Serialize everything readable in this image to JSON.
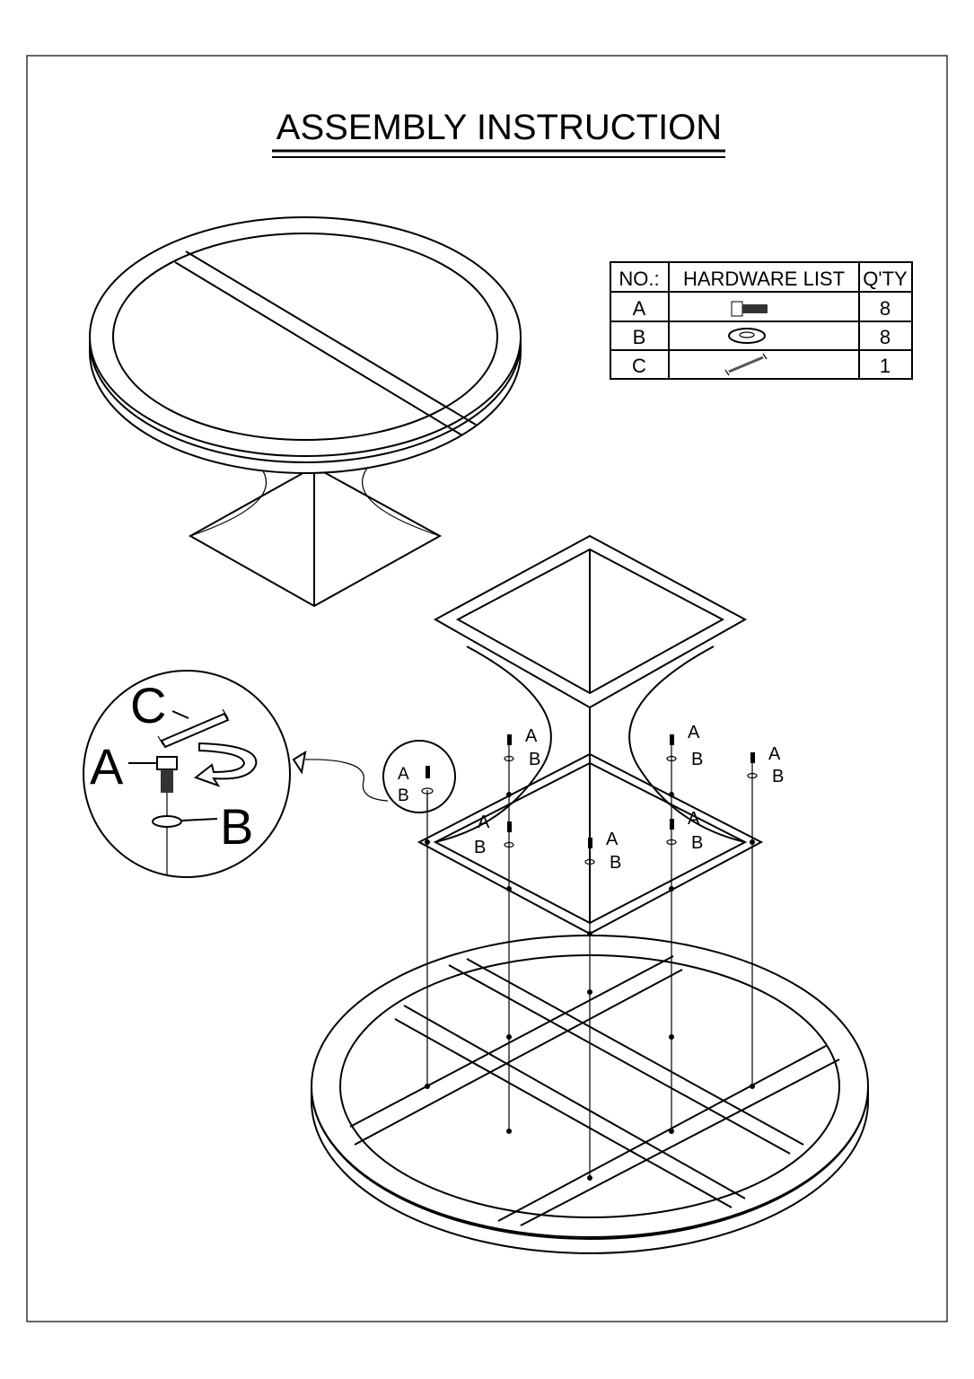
{
  "title": "ASSEMBLY INSTRUCTION",
  "hardware_table": {
    "headers": [
      "NO.:",
      "HARDWARE LIST",
      "Q'TY"
    ],
    "rows": [
      {
        "no": "A",
        "icon": "bolt-icon",
        "qty": "8"
      },
      {
        "no": "B",
        "icon": "washer-icon",
        "qty": "8"
      },
      {
        "no": "C",
        "icon": "wrench-icon",
        "qty": "1"
      }
    ]
  },
  "detail": {
    "label_c": "C",
    "label_a": "A",
    "label_b": "B"
  },
  "callout_labels": {
    "a": "A",
    "b": "B"
  }
}
